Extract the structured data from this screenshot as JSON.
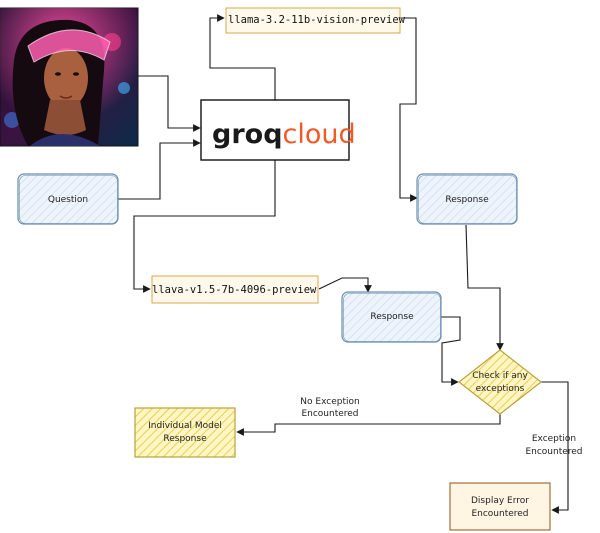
{
  "colors": {
    "line": "#1a1a1a",
    "blue_fill": "#dbe8f5",
    "blue_stroke": "#6f8fb0",
    "orange_fill": "#fff6e2",
    "orange_stroke": "#d9a94a",
    "yellow_fill": "#fff0a6",
    "yellow_stroke": "#b8a23a",
    "error_fill": "#fff3dd",
    "error_stroke": "#a0703a",
    "groq_dark": "#1a1a1a",
    "groq_accent": "#f05a28"
  },
  "nodes": {
    "image": {
      "icon": "portrait-photo-neon-visor"
    },
    "groq_logo": {
      "part1": "groq",
      "part2": "cloud"
    },
    "question": {
      "label": "Question"
    },
    "model_llama": {
      "label": "llama-3.2-11b-vision-preview"
    },
    "model_llava": {
      "label": "llava-v1.5-7b-4096-preview"
    },
    "response_llama": {
      "label": "Response"
    },
    "response_llava": {
      "label": "Response"
    },
    "check": {
      "line1": "Check if any",
      "line2": "exceptions"
    },
    "individual": {
      "line1": "Individual Model",
      "line2": "Response"
    },
    "display_error": {
      "line1": "Display Error",
      "line2": "Encountered"
    }
  },
  "edges": {
    "no_exception": {
      "line1": "No Exception",
      "line2": "Encountered"
    },
    "exception": {
      "line1": "Exception",
      "line2": "Encountered"
    }
  }
}
